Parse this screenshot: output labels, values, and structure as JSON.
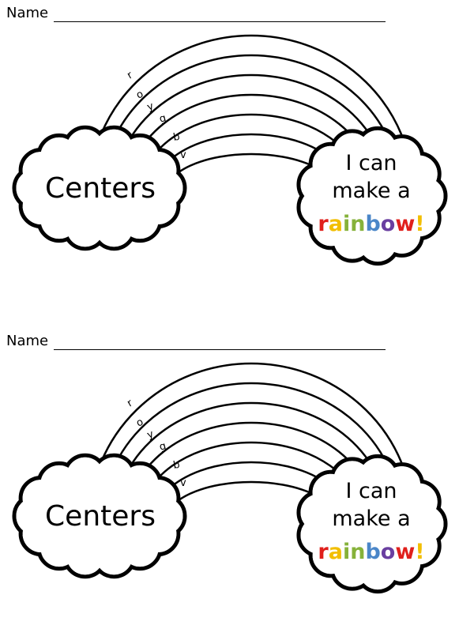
{
  "worksheets": [
    {
      "name_label": "Name",
      "title": "Centers",
      "caption_line1": "I can",
      "caption_line2": "make a",
      "rainbow_word": [
        "r",
        "a",
        "i",
        "n",
        "b",
        "o",
        "w",
        "!"
      ],
      "band_letters": [
        "r",
        "o",
        "y",
        "g",
        "b",
        "v"
      ]
    },
    {
      "name_label": "Name",
      "title": "Centers",
      "caption_line1": "I can",
      "caption_line2": "make a",
      "rainbow_word": [
        "r",
        "a",
        "i",
        "n",
        "b",
        "o",
        "w",
        "!"
      ],
      "band_letters": [
        "r",
        "o",
        "y",
        "g",
        "b",
        "v"
      ]
    }
  ],
  "colors": {
    "outline": "#000000",
    "rainbow_word": [
      "#e0201c",
      "#f2be00",
      "#86b23a",
      "#86b23a",
      "#4a86c8",
      "#6a3fa0",
      "#e0201c",
      "#f2be00"
    ]
  }
}
